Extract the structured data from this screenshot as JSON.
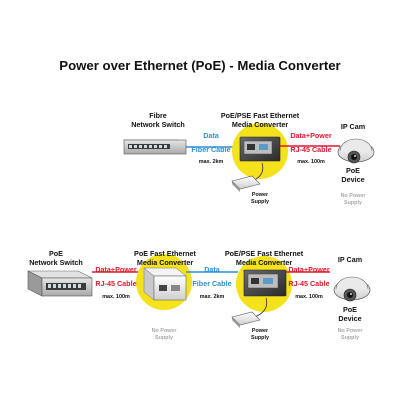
{
  "title": "Power over Ethernet (PoE) - Media Converter",
  "colors": {
    "fiber": "#2f8fd0",
    "copper": "#e0182d",
    "highlight": "#f3e21c"
  },
  "top": {
    "switch_label_1": "Fibre",
    "switch_label_2": "Network Switch",
    "converter_label_1": "PoE/PSE Fast Ethernet",
    "converter_label_2": "Media Converter",
    "link1_line1": "Data",
    "link1_line2": "Fiber Cable",
    "link1_dist": "max. 2km",
    "link2_line1": "Data+Power",
    "link2_line2": "RJ-45 Cable",
    "link2_dist": "max. 100m",
    "cam_label": "IP Cam",
    "poe_dev_1": "PoE",
    "poe_dev_2": "Device",
    "no_power_1": "No Power",
    "no_power_2": "Supply",
    "psu_1": "Power",
    "psu_2": "Supply"
  },
  "bottom": {
    "switch_label_1": "PoE",
    "switch_label_2": "Network Switch",
    "conv1_label_1": "PoE Fast Ethernet",
    "conv1_label_2": "Media Converter",
    "conv2_label_1": "PoE/PSE Fast Ethernet",
    "conv2_label_2": "Media Converter",
    "link1_line1": "Data+Power",
    "link1_line2": "RJ-45 Cable",
    "link1_dist": "max. 100m",
    "link2_line1": "Data",
    "link2_line2": "Fiber Cable",
    "link2_dist": "max. 2km",
    "link3_line1": "Data+Power",
    "link3_line2": "RJ-45 Cable",
    "link3_dist": "max. 100m",
    "cam_label": "IP Cam",
    "poe_dev_1": "PoE",
    "poe_dev_2": "Device",
    "no_power_a_1": "No Power",
    "no_power_a_2": "Supply",
    "psu_1": "Power",
    "psu_2": "Supply",
    "no_power_b_1": "No Power",
    "no_power_b_2": "Supply"
  }
}
